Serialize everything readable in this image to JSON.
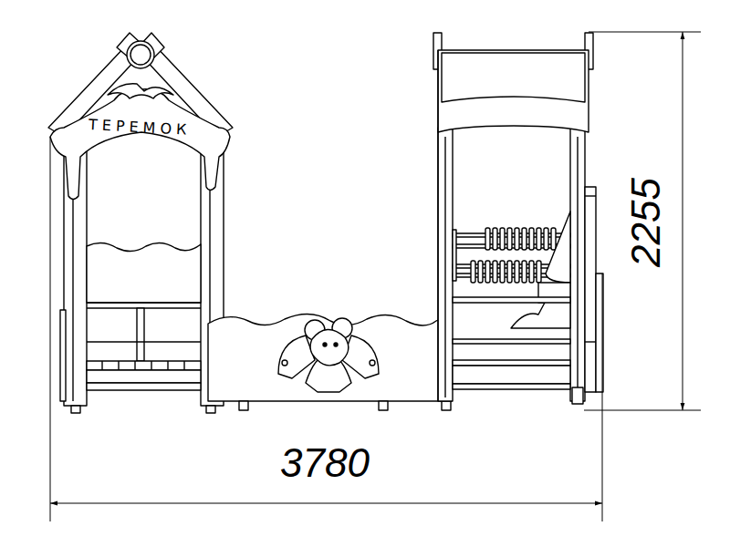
{
  "diagram": {
    "labels": [
      "ТЕРЕМОК",
      "3780",
      "2255"
    ]
  }
}
